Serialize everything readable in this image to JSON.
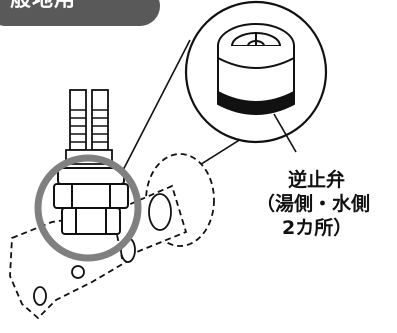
{
  "header": {
    "label": "一般地用"
  },
  "callout": {
    "line1": "逆止弁",
    "line2": "（湯側・水側",
    "line3": "2カ所）"
  },
  "colors": {
    "header_bg": "#595959",
    "magnifier_ring": "#808080",
    "ink": "#111111"
  }
}
